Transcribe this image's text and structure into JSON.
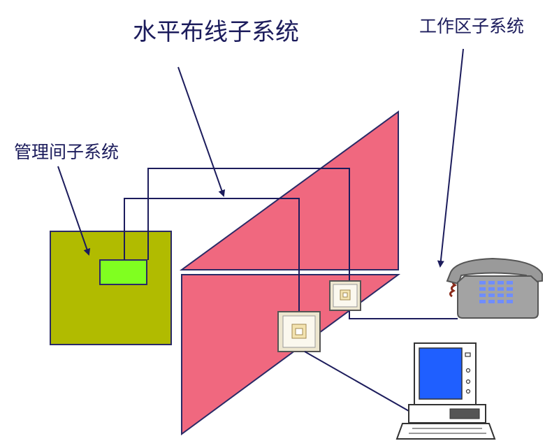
{
  "labels": {
    "horizontal_subsystem": "水平布线子系统",
    "work_area_subsystem": "工作区子系统",
    "management_subsystem": "管理间子系统"
  },
  "colors": {
    "label_text": "#1c1c5c",
    "panel_fill": "#f0687f",
    "panel_stroke": "#2a2a66",
    "cabinet_fill": "#b1bb00",
    "patch_panel_fill": "#80ff20",
    "cable": "#1c1c5c",
    "phone_body": "#a3a3a3",
    "phone_keys": "#6f8dff",
    "monitor_screen": "#1f5fff"
  },
  "icons": {
    "telephone": "telephone-icon",
    "computer": "computer-icon",
    "wall_outlet": "wall-outlet-icon"
  }
}
